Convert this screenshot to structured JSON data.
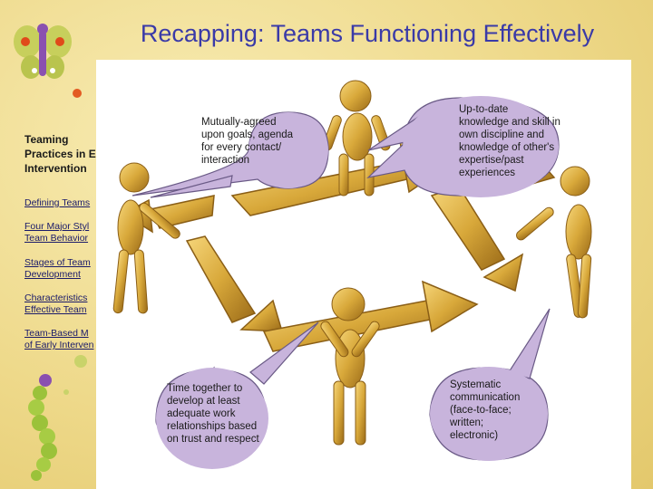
{
  "slide": {
    "title": "Recapping: Teams Functioning Effectively"
  },
  "sidebar": {
    "heading": "Teaming Practices in E Intervention",
    "links": [
      {
        "label": "Defining Teams"
      },
      {
        "label": "Four Major Styl\nTeam Behavior"
      },
      {
        "label": "Stages of Team\nDevelopment"
      },
      {
        "label": "Characteristics\nEffective Team"
      },
      {
        "label": "Team-Based M\nof Early Interven"
      }
    ]
  },
  "bubbles": {
    "goals": "Mutually-agreed upon goals, agenda for every contact/ interaction",
    "knowledge": "Up-to-date knowledge and skill in own discipline and  knowledge of other's expertise/past experiences",
    "time": "Time together to develop at least adequate work relationships based on trust and respect",
    "communication": "Systematic communication (face-to-face; written; electronic)"
  },
  "colors": {
    "title": "#3a3aa8",
    "bubble_fill": "#c8b4dc",
    "bubble_stroke": "#6a5a86",
    "gold": "#d8a83a",
    "link": "#1a1a6a"
  },
  "icons": {
    "logo": "butterfly-logo-icon",
    "decoration": "caterpillar-icon"
  }
}
